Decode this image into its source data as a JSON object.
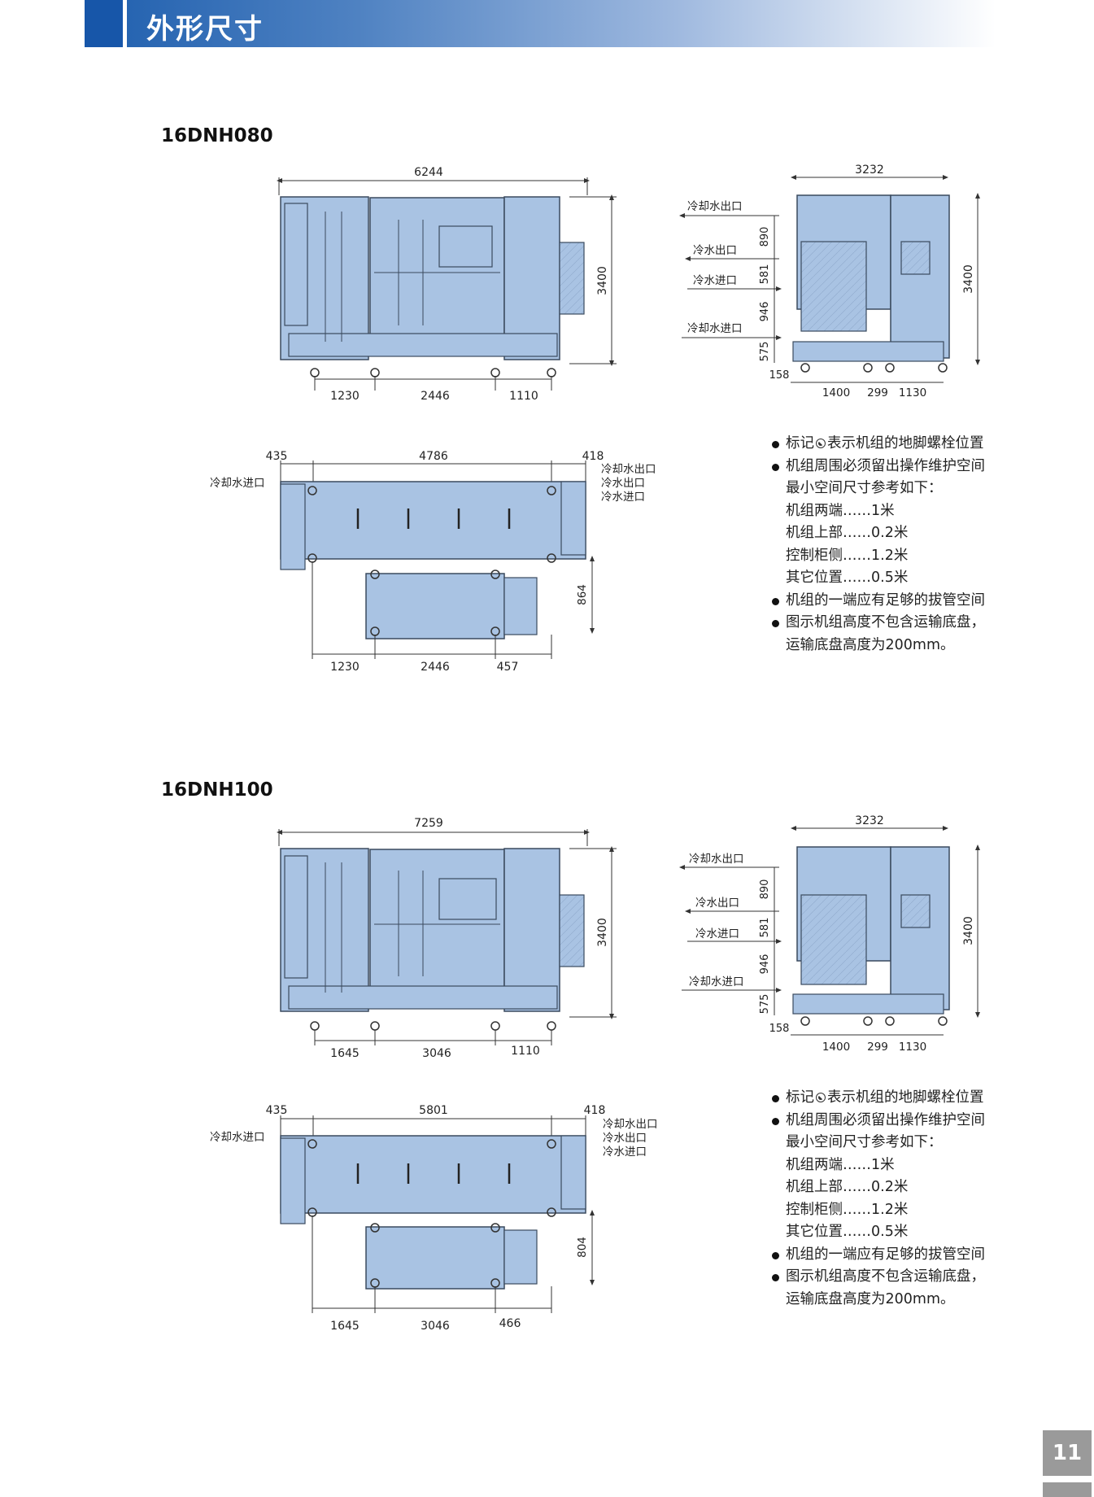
{
  "header": {
    "title": "外形尺寸"
  },
  "sections": [
    {
      "model": "16DNH080",
      "front": {
        "width": "6244",
        "height": "3400",
        "bottom": [
          "1230",
          "2446",
          "1110"
        ]
      },
      "side": {
        "width": "3232",
        "height": "3400",
        "labels": [
          "冷却水出口",
          "冷水出口",
          "冷水进口",
          "冷却水进口"
        ],
        "vertical": [
          "890",
          "581",
          "946",
          "575"
        ],
        "bottom": [
          "158",
          "1400",
          "299",
          "1130"
        ]
      },
      "top": {
        "left": "435",
        "center": "4786",
        "right": "418",
        "inlet": "冷却水进口",
        "outlets": [
          "冷却水出口",
          "冷水出口",
          "冷水进口"
        ],
        "depth": "864",
        "bottom": [
          "1230",
          "2446",
          "457"
        ]
      }
    },
    {
      "model": "16DNH100",
      "front": {
        "width": "7259",
        "height": "3400",
        "bottom": [
          "1645",
          "3046",
          "1110"
        ]
      },
      "side": {
        "width": "3232",
        "height": "3400",
        "labels": [
          "冷却水出口",
          "冷水出口",
          "冷水进口",
          "冷却水进口"
        ],
        "vertical": [
          "890",
          "581",
          "946",
          "575"
        ],
        "bottom": [
          "158",
          "1400",
          "299",
          "1130"
        ]
      },
      "top": {
        "left": "435",
        "center": "5801",
        "right": "418",
        "inlet": "冷却水进口",
        "outlets": [
          "冷却水出口",
          "冷水出口",
          "冷水进口"
        ],
        "depth": "804",
        "bottom": [
          "1645",
          "3046",
          "466"
        ]
      }
    }
  ],
  "notes": {
    "bolt_prefix": "标记",
    "bolt_suffix": "表示机组的地脚螺栓位置",
    "line2": "机组周围必须留出操作维护空间",
    "line3": "最小空间尺寸参考如下：",
    "line4": "机组两端……1米",
    "line5": "机组上部……0.2米",
    "line6": "控制柜侧……1.2米",
    "line7": "其它位置……0.5米",
    "line8": "机组的一端应有足够的拔管空间",
    "line9": "图示机组高度不包含运输底盘，",
    "line10": "运输底盘高度为200mm。"
  },
  "page": {
    "number": "11"
  },
  "colors": {
    "machine_fill": "#a9c3e3",
    "machine_stroke": "#3a4a5e",
    "header_blue": "#1756a9"
  }
}
